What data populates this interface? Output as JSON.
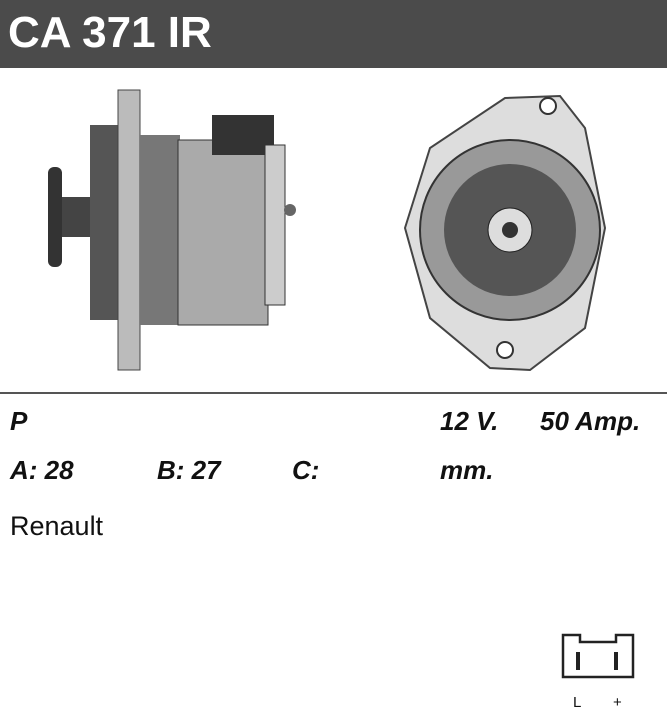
{
  "header": {
    "title": "CA 371 IR",
    "background": "#4b4b4b"
  },
  "specs": {
    "type": "P",
    "voltage": "12 V.",
    "current": "50 Amp.",
    "a_label": "A: 28",
    "b_label": "B: 27",
    "c_label": "C:",
    "unit": "mm."
  },
  "application": "Renault",
  "connector": {
    "pin_left": "L",
    "pin_right": "+"
  },
  "images": {
    "side": "alternator-side-view-icon",
    "front": "alternator-front-view-icon"
  }
}
